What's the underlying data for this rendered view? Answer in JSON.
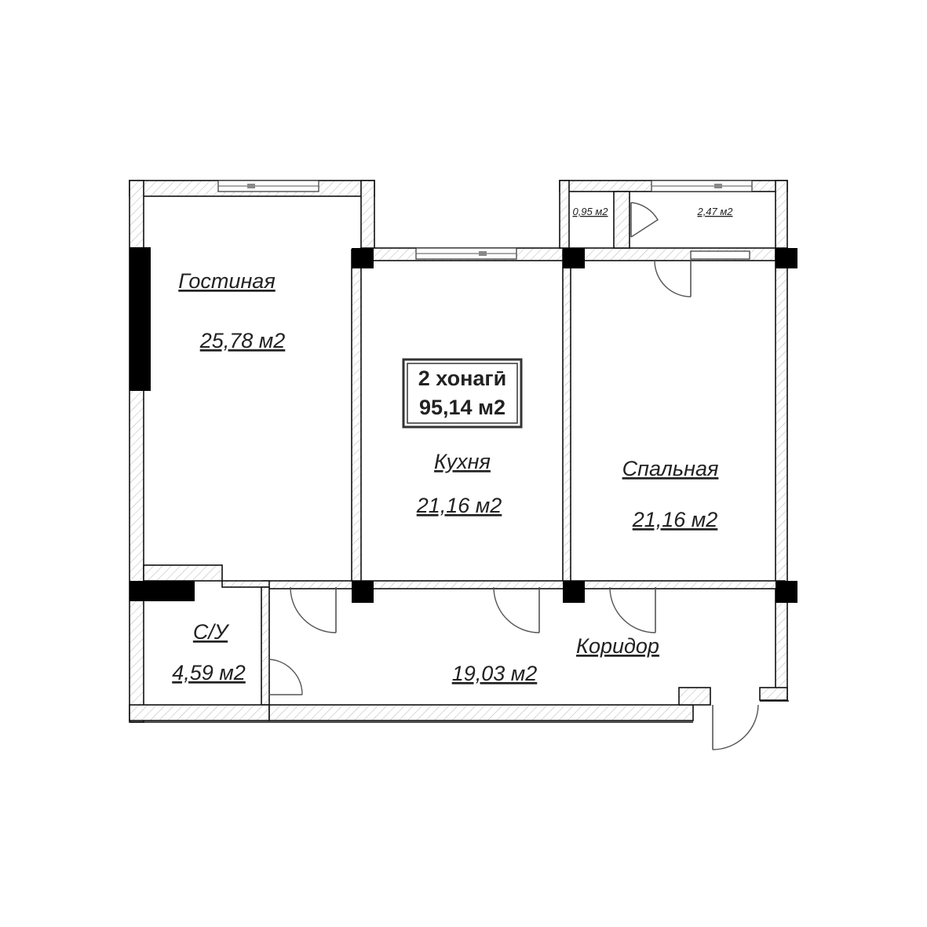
{
  "apartment": {
    "rooms_label": "2 хонагӣ",
    "total_area": "95,14 м2"
  },
  "rooms": {
    "living": {
      "name": "Гостиная",
      "area": "25,78 м2"
    },
    "kitchen": {
      "name": "Кухня",
      "area": "21,16 м2"
    },
    "bedroom": {
      "name": "Спальная",
      "area": "21,16 м2"
    },
    "bathroom": {
      "name": "С/У",
      "area": "4,59 м2"
    },
    "corridor": {
      "name": "Коридор",
      "area": "19,03 м2"
    },
    "storage": {
      "area": "0,95 м2"
    },
    "balcony": {
      "area": "2,47 м2"
    }
  }
}
